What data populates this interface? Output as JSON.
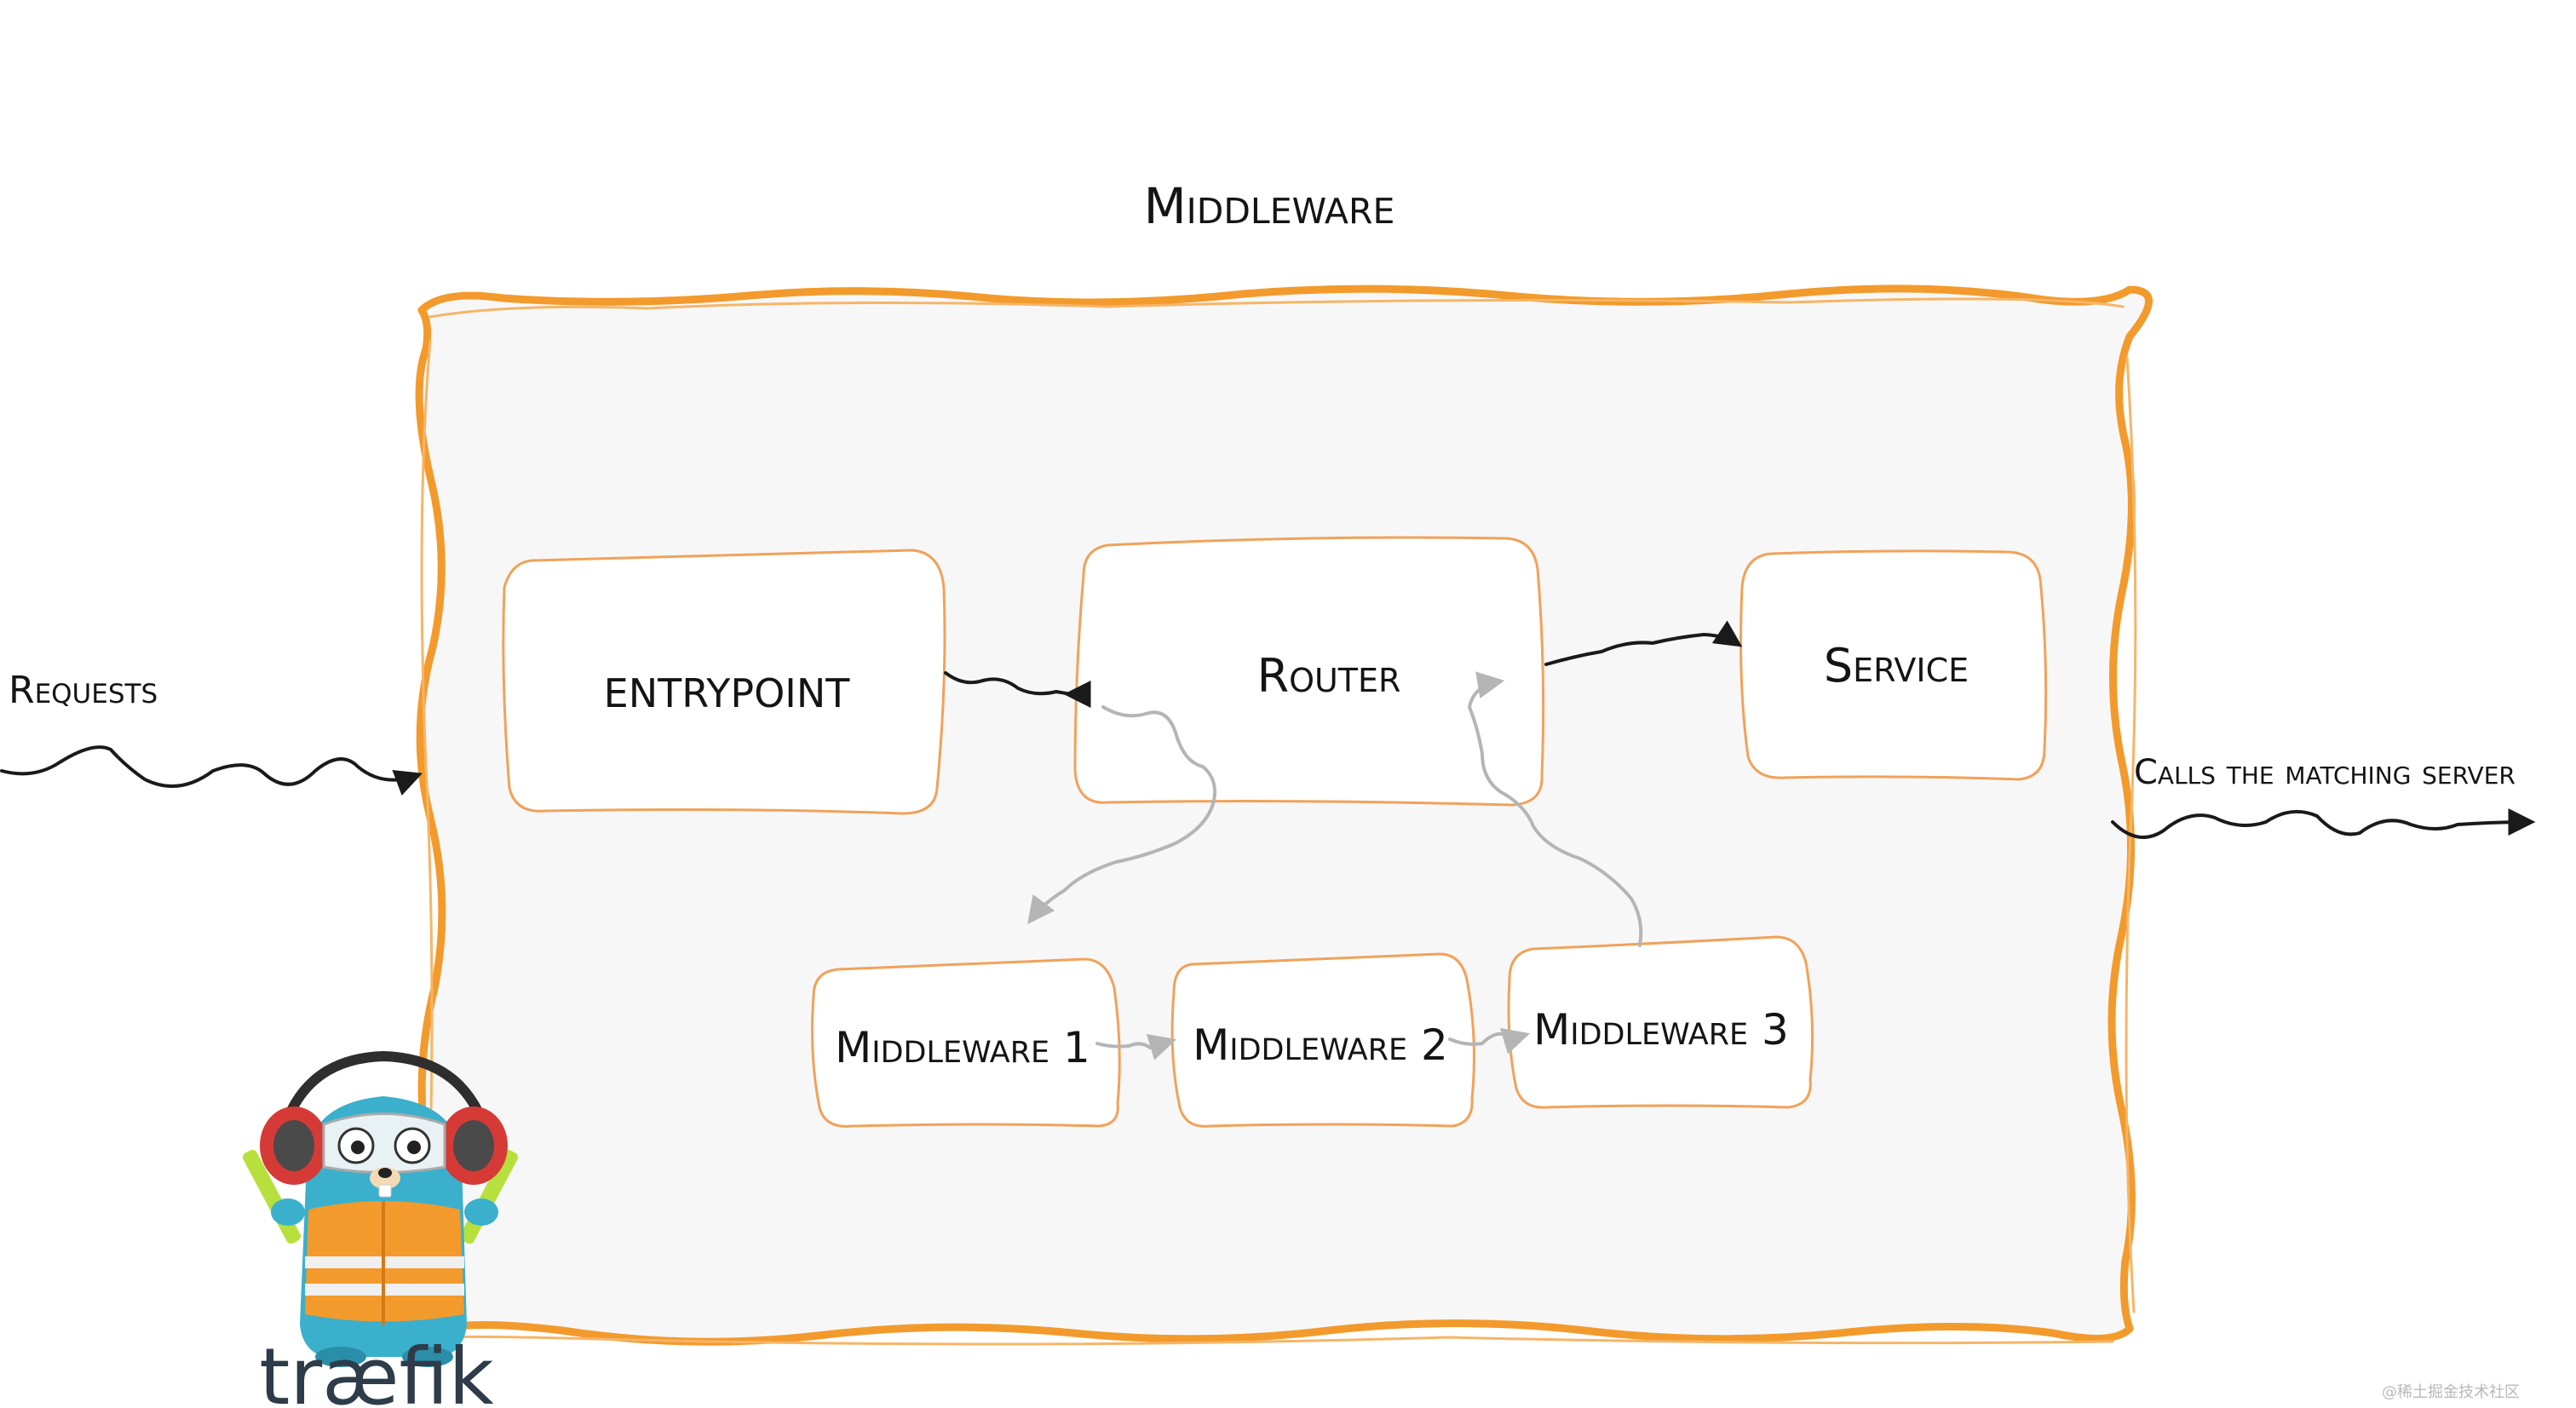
{
  "diagram": {
    "title": "Middleware",
    "left_label": "Requests",
    "right_label": "Calls the matching server",
    "nodes": {
      "entrypoint": "ENTRYPOINT",
      "router": "Router",
      "service": "Service",
      "middleware1": "Middleware 1",
      "middleware2": "Middleware 2",
      "middleware3": "Middleware 3"
    },
    "colors": {
      "frame_stroke": "#f39a2c",
      "frame_fill": "#f7f7f7",
      "node_stroke": "#f0a25a",
      "arrow_dark": "#1a1a1a",
      "arrow_light": "#b5b5b5"
    }
  },
  "logo": {
    "text": "træfik",
    "icon": "gopher-mascot-icon"
  },
  "watermark": {
    "text": "@稀土掘金技术社区"
  }
}
